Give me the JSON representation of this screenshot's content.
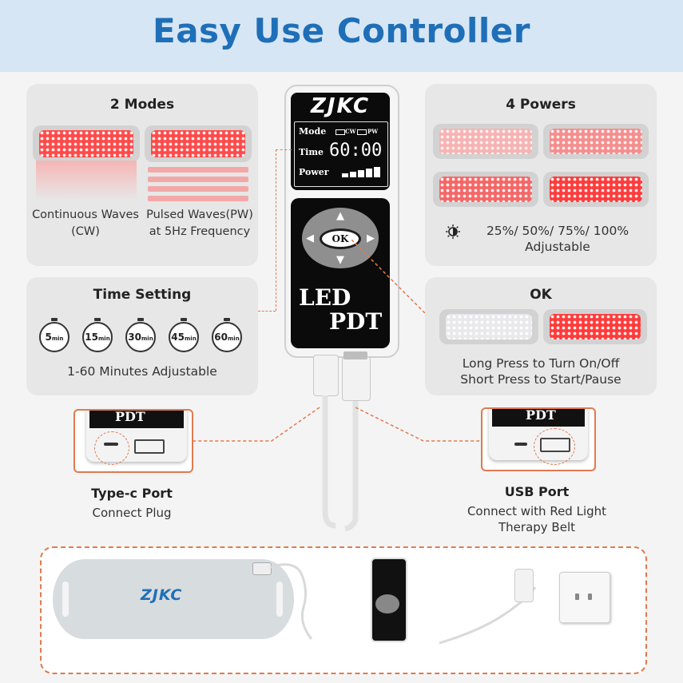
{
  "header": {
    "title": "Easy Use Controller"
  },
  "modes": {
    "title": "2 Modes",
    "cw_caption": "Continuous Waves (CW)",
    "pw_caption": "Pulsed Waves(PW) at 5Hz Frequency"
  },
  "time_setting": {
    "title": "Time Setting",
    "timers": [
      "5",
      "15",
      "30",
      "45",
      "60"
    ],
    "unit": "min",
    "caption": "1-60 Minutes Adjustable"
  },
  "powers": {
    "title": "4 Powers",
    "levels": "25%/ 50%/ 75%/ 100%",
    "caption": "Adjustable"
  },
  "ok": {
    "title": "OK",
    "line1": "Long Press to Turn On/Off",
    "line2": "Short Press to Start/Pause"
  },
  "controller": {
    "brand": "ZJKC",
    "mode_label": "Mode",
    "cw": "CW",
    "pw": "PW",
    "time_label": "Time",
    "time_value": "60:00",
    "power_label": "Power",
    "ok_button": "OK",
    "led": "LED",
    "pdt": "PDT"
  },
  "type_c": {
    "title": "Type-c Port",
    "sub": "Connect Plug",
    "pdt": "PDT"
  },
  "usb": {
    "title": "USB Port",
    "line1": "Connect with Red Light",
    "line2": "Therapy Belt",
    "pdt": "PDT"
  },
  "bottom": {
    "belt_brand": "ZJKC"
  },
  "colors": {
    "title_blue": "#1f6fb8",
    "accent_orange": "#e07a4f",
    "led_red": "#ff3b3b"
  }
}
